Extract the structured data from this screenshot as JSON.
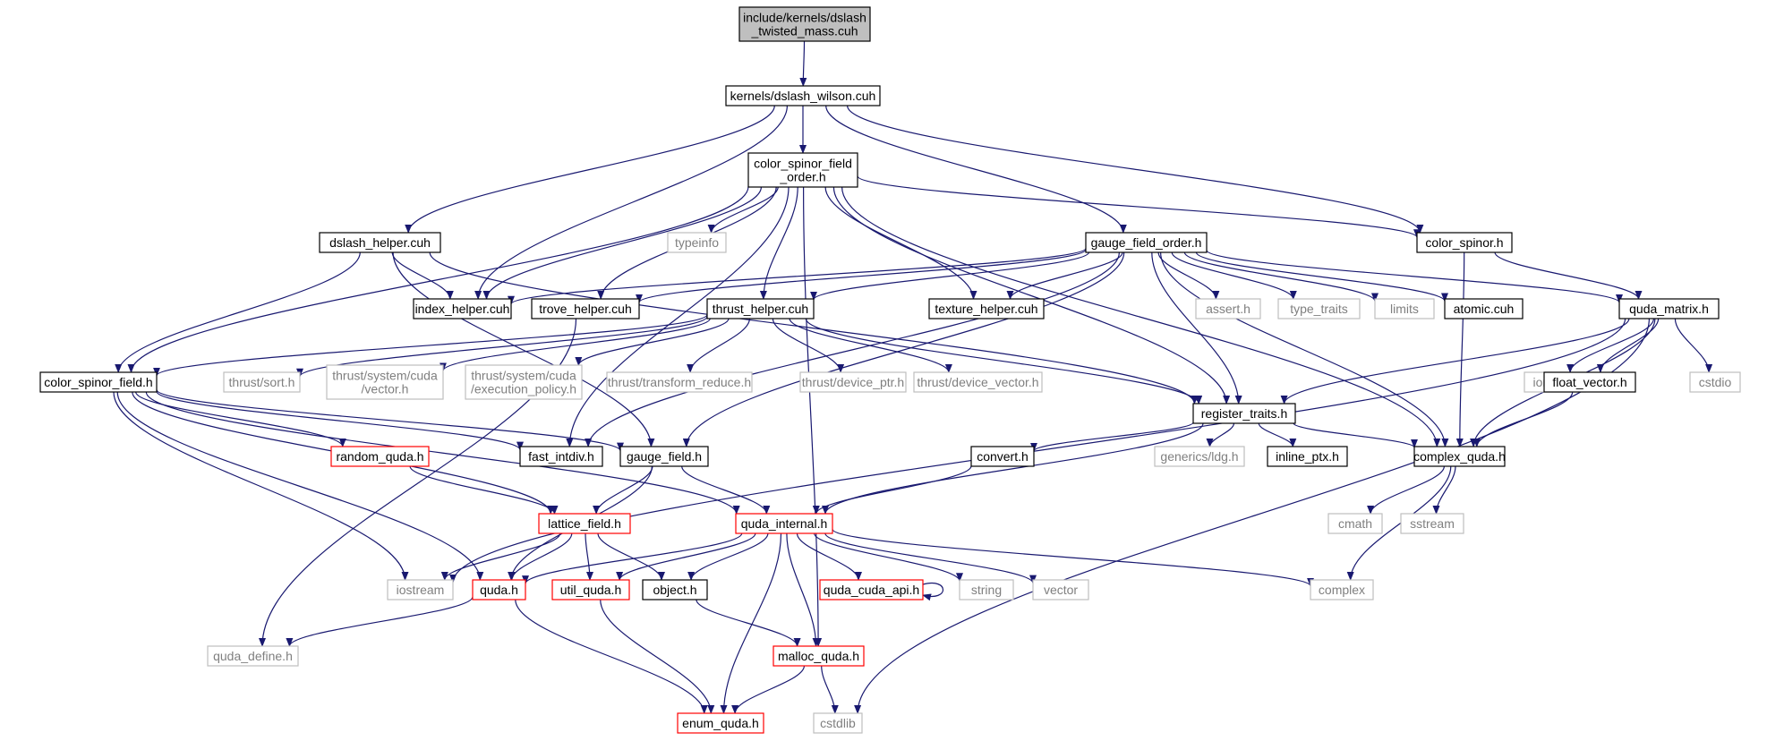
{
  "graph": {
    "edge_color": "#191970",
    "style": {
      "box_fill": "#ffffff",
      "root_fill": "#bfbfbf",
      "stroke_internal": "#000000",
      "stroke_truncated": "#ff0000",
      "stroke_system": "#bfbfbf"
    },
    "nodes": [
      {
        "id": "root",
        "lines": [
          "include/kernels/dslash",
          "_twisted_mass.cuh"
        ],
        "kind": "root"
      },
      {
        "id": "dslash_wilson",
        "lines": [
          "kernels/dslash_wilson.cuh"
        ],
        "kind": "internal"
      },
      {
        "id": "color_spinor_field_order",
        "lines": [
          "color_spinor_field",
          "_order.h"
        ],
        "kind": "internal"
      },
      {
        "id": "dslash_helper",
        "lines": [
          "dslash_helper.cuh"
        ],
        "kind": "internal"
      },
      {
        "id": "typeinfo",
        "lines": [
          "typeinfo"
        ],
        "kind": "system"
      },
      {
        "id": "gauge_field_order",
        "lines": [
          "gauge_field_order.h"
        ],
        "kind": "internal"
      },
      {
        "id": "color_spinor",
        "lines": [
          "color_spinor.h"
        ],
        "kind": "internal"
      },
      {
        "id": "index_helper",
        "lines": [
          "index_helper.cuh"
        ],
        "kind": "internal"
      },
      {
        "id": "trove_helper",
        "lines": [
          "trove_helper.cuh"
        ],
        "kind": "internal"
      },
      {
        "id": "thrust_helper",
        "lines": [
          "thrust_helper.cuh"
        ],
        "kind": "internal"
      },
      {
        "id": "texture_helper",
        "lines": [
          "texture_helper.cuh"
        ],
        "kind": "internal"
      },
      {
        "id": "assert",
        "lines": [
          "assert.h"
        ],
        "kind": "system"
      },
      {
        "id": "type_traits",
        "lines": [
          "type_traits"
        ],
        "kind": "system"
      },
      {
        "id": "limits",
        "lines": [
          "limits"
        ],
        "kind": "system"
      },
      {
        "id": "atomic",
        "lines": [
          "atomic.cuh"
        ],
        "kind": "internal"
      },
      {
        "id": "quda_matrix",
        "lines": [
          "quda_matrix.h"
        ],
        "kind": "internal"
      },
      {
        "id": "color_spinor_field",
        "lines": [
          "color_spinor_field.h"
        ],
        "kind": "internal"
      },
      {
        "id": "thrust_sort",
        "lines": [
          "thrust/sort.h"
        ],
        "kind": "system"
      },
      {
        "id": "thrust_vector",
        "lines": [
          "thrust/system/cuda",
          "/vector.h"
        ],
        "kind": "system"
      },
      {
        "id": "thrust_exec",
        "lines": [
          "thrust/system/cuda",
          "/execution_policy.h"
        ],
        "kind": "system"
      },
      {
        "id": "thrust_transform",
        "lines": [
          "thrust/transform_reduce.h"
        ],
        "kind": "system"
      },
      {
        "id": "thrust_devptr",
        "lines": [
          "thrust/device_ptr.h"
        ],
        "kind": "system"
      },
      {
        "id": "thrust_devvec",
        "lines": [
          "thrust/device_vector.h"
        ],
        "kind": "system"
      },
      {
        "id": "register_traits",
        "lines": [
          "register_traits.h"
        ],
        "kind": "internal"
      },
      {
        "id": "iomanip",
        "lines": [
          "iomanip"
        ],
        "kind": "system"
      },
      {
        "id": "float_vector",
        "lines": [
          "float_vector.h"
        ],
        "kind": "internal"
      },
      {
        "id": "cstdio",
        "lines": [
          "cstdio"
        ],
        "kind": "system"
      },
      {
        "id": "random_quda",
        "lines": [
          "random_quda.h"
        ],
        "kind": "truncated"
      },
      {
        "id": "fast_intdiv",
        "lines": [
          "fast_intdiv.h"
        ],
        "kind": "internal"
      },
      {
        "id": "gauge_field",
        "lines": [
          "gauge_field.h"
        ],
        "kind": "internal"
      },
      {
        "id": "convert",
        "lines": [
          "convert.h"
        ],
        "kind": "internal"
      },
      {
        "id": "generics_ldg",
        "lines": [
          "generics/ldg.h"
        ],
        "kind": "system"
      },
      {
        "id": "inline_ptx",
        "lines": [
          "inline_ptx.h"
        ],
        "kind": "internal"
      },
      {
        "id": "complex_quda",
        "lines": [
          "complex_quda.h"
        ],
        "kind": "internal"
      },
      {
        "id": "lattice_field",
        "lines": [
          "lattice_field.h"
        ],
        "kind": "truncated"
      },
      {
        "id": "quda_internal",
        "lines": [
          "quda_internal.h"
        ],
        "kind": "truncated"
      },
      {
        "id": "cmath",
        "lines": [
          "cmath"
        ],
        "kind": "system"
      },
      {
        "id": "sstream",
        "lines": [
          "sstream"
        ],
        "kind": "system"
      },
      {
        "id": "iostream",
        "lines": [
          "iostream"
        ],
        "kind": "system"
      },
      {
        "id": "quda",
        "lines": [
          "quda.h"
        ],
        "kind": "truncated"
      },
      {
        "id": "util_quda",
        "lines": [
          "util_quda.h"
        ],
        "kind": "truncated"
      },
      {
        "id": "object",
        "lines": [
          "object.h"
        ],
        "kind": "internal"
      },
      {
        "id": "quda_cuda_api",
        "lines": [
          "quda_cuda_api.h"
        ],
        "kind": "truncated"
      },
      {
        "id": "string",
        "lines": [
          "string"
        ],
        "kind": "system"
      },
      {
        "id": "vector",
        "lines": [
          "vector"
        ],
        "kind": "system"
      },
      {
        "id": "complex",
        "lines": [
          "complex"
        ],
        "kind": "system"
      },
      {
        "id": "quda_define",
        "lines": [
          "quda_define.h"
        ],
        "kind": "system"
      },
      {
        "id": "malloc_quda",
        "lines": [
          "malloc_quda.h"
        ],
        "kind": "truncated"
      },
      {
        "id": "enum_quda",
        "lines": [
          "enum_quda.h"
        ],
        "kind": "truncated"
      },
      {
        "id": "cstdlib",
        "lines": [
          "cstdlib"
        ],
        "kind": "system"
      }
    ],
    "edges": [
      [
        "root",
        "dslash_wilson"
      ],
      [
        "dslash_wilson",
        "color_spinor_field_order"
      ],
      [
        "dslash_wilson",
        "dslash_helper"
      ],
      [
        "dslash_wilson",
        "index_helper"
      ],
      [
        "dslash_wilson",
        "gauge_field_order"
      ],
      [
        "dslash_wilson",
        "color_spinor"
      ],
      [
        "color_spinor_field_order",
        "typeinfo"
      ],
      [
        "color_spinor_field_order",
        "index_helper"
      ],
      [
        "color_spinor_field_order",
        "trove_helper"
      ],
      [
        "color_spinor_field_order",
        "thrust_helper"
      ],
      [
        "color_spinor_field_order",
        "texture_helper"
      ],
      [
        "color_spinor_field_order",
        "color_spinor"
      ],
      [
        "color_spinor_field_order",
        "register_traits"
      ],
      [
        "color_spinor_field_order",
        "complex_quda"
      ],
      [
        "color_spinor_field_order",
        "malloc_quda"
      ],
      [
        "color_spinor_field_order",
        "color_spinor_field"
      ],
      [
        "color_spinor_field_order",
        "fast_intdiv"
      ],
      [
        "dslash_helper",
        "index_helper"
      ],
      [
        "dslash_helper",
        "color_spinor_field"
      ],
      [
        "dslash_helper",
        "gauge_field"
      ],
      [
        "dslash_helper",
        "register_traits"
      ],
      [
        "gauge_field_order",
        "index_helper"
      ],
      [
        "gauge_field_order",
        "trove_helper"
      ],
      [
        "gauge_field_order",
        "thrust_helper"
      ],
      [
        "gauge_field_order",
        "texture_helper"
      ],
      [
        "gauge_field_order",
        "assert"
      ],
      [
        "gauge_field_order",
        "type_traits"
      ],
      [
        "gauge_field_order",
        "limits"
      ],
      [
        "gauge_field_order",
        "atomic"
      ],
      [
        "gauge_field_order",
        "quda_matrix"
      ],
      [
        "gauge_field_order",
        "register_traits"
      ],
      [
        "gauge_field_order",
        "gauge_field"
      ],
      [
        "gauge_field_order",
        "fast_intdiv"
      ],
      [
        "gauge_field_order",
        "complex_quda"
      ],
      [
        "color_spinor",
        "quda_matrix"
      ],
      [
        "color_spinor",
        "complex_quda"
      ],
      [
        "trove_helper",
        "quda_define"
      ],
      [
        "thrust_helper",
        "thrust_sort"
      ],
      [
        "thrust_helper",
        "thrust_vector"
      ],
      [
        "thrust_helper",
        "thrust_exec"
      ],
      [
        "thrust_helper",
        "thrust_transform"
      ],
      [
        "thrust_helper",
        "thrust_devptr"
      ],
      [
        "thrust_helper",
        "thrust_devvec"
      ],
      [
        "thrust_helper",
        "color_spinor_field"
      ],
      [
        "thrust_helper",
        "register_traits"
      ],
      [
        "quda_matrix",
        "register_traits"
      ],
      [
        "quda_matrix",
        "iomanip"
      ],
      [
        "quda_matrix",
        "float_vector"
      ],
      [
        "quda_matrix",
        "cstdio"
      ],
      [
        "quda_matrix",
        "complex_quda"
      ],
      [
        "quda_matrix",
        "iostream"
      ],
      [
        "quda_matrix",
        "cstdlib"
      ],
      [
        "float_vector",
        "complex_quda"
      ],
      [
        "register_traits",
        "convert"
      ],
      [
        "register_traits",
        "generics_ldg"
      ],
      [
        "register_traits",
        "inline_ptx"
      ],
      [
        "register_traits",
        "complex_quda"
      ],
      [
        "register_traits",
        "quda_internal"
      ],
      [
        "color_spinor_field",
        "random_quda"
      ],
      [
        "color_spinor_field",
        "fast_intdiv"
      ],
      [
        "color_spinor_field",
        "gauge_field"
      ],
      [
        "color_spinor_field",
        "lattice_field"
      ],
      [
        "color_spinor_field",
        "quda_internal"
      ],
      [
        "color_spinor_field",
        "iostream"
      ],
      [
        "color_spinor_field",
        "quda"
      ],
      [
        "random_quda",
        "lattice_field"
      ],
      [
        "gauge_field",
        "lattice_field"
      ],
      [
        "gauge_field",
        "quda_internal"
      ],
      [
        "gauge_field",
        "quda"
      ],
      [
        "convert",
        "quda_internal"
      ],
      [
        "complex_quda",
        "cmath"
      ],
      [
        "complex_quda",
        "sstream"
      ],
      [
        "complex_quda",
        "complex"
      ],
      [
        "lattice_field",
        "iostream"
      ],
      [
        "lattice_field",
        "quda"
      ],
      [
        "lattice_field",
        "util_quda"
      ],
      [
        "lattice_field",
        "object"
      ],
      [
        "quda_internal",
        "quda"
      ],
      [
        "quda_internal",
        "util_quda"
      ],
      [
        "quda_internal",
        "object"
      ],
      [
        "quda_internal",
        "quda_cuda_api"
      ],
      [
        "quda_internal",
        "string"
      ],
      [
        "quda_internal",
        "vector"
      ],
      [
        "quda_internal",
        "complex"
      ],
      [
        "quda_internal",
        "malloc_quda"
      ],
      [
        "quda_internal",
        "enum_quda"
      ],
      [
        "quda_cuda_api",
        "quda_cuda_api"
      ],
      [
        "quda",
        "quda_define"
      ],
      [
        "quda",
        "enum_quda"
      ],
      [
        "util_quda",
        "enum_quda"
      ],
      [
        "object",
        "malloc_quda"
      ],
      [
        "malloc_quda",
        "enum_quda"
      ],
      [
        "malloc_quda",
        "cstdlib"
      ]
    ]
  }
}
